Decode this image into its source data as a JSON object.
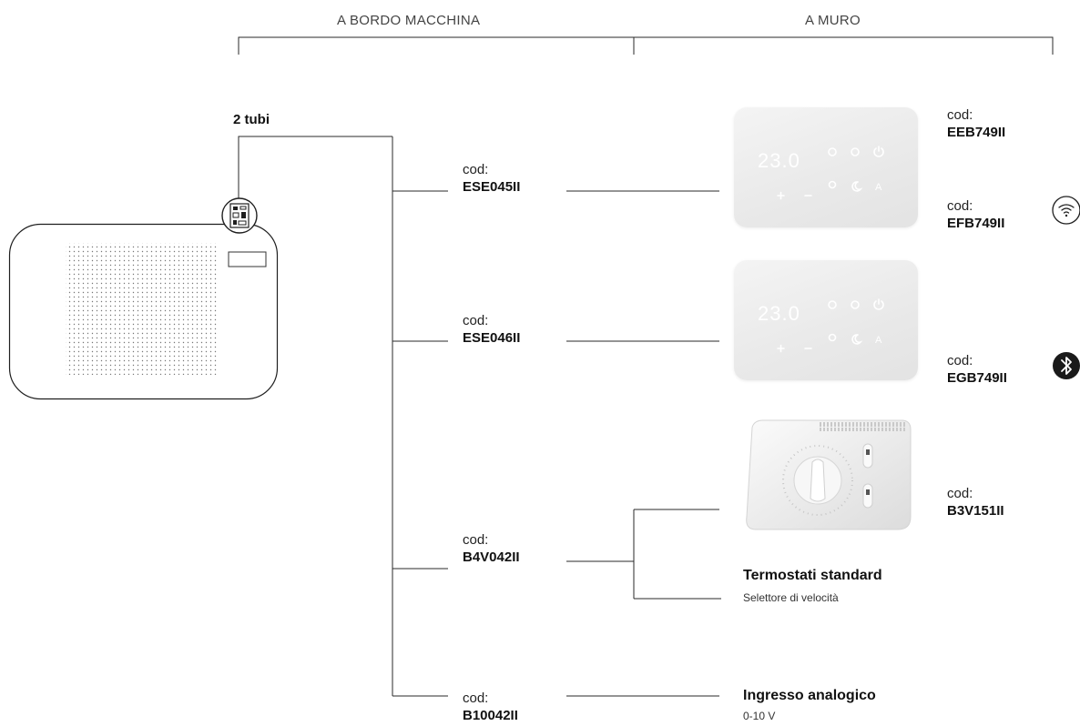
{
  "header": {
    "left": "A BORDO MACCHINA",
    "right": "A MURO"
  },
  "pipes_label": "2 tubi",
  "cod_prefix": "cod:",
  "machine_codes": [
    {
      "code": "ESE045II"
    },
    {
      "code": "ESE046II"
    },
    {
      "code": "B4V042II"
    },
    {
      "code": "B10042II"
    }
  ],
  "wall_codes": [
    {
      "code": "EEB749II"
    },
    {
      "code": "EFB749II",
      "icon": "wifi-icon"
    },
    {
      "code": "EGB749II",
      "icon": "bluetooth-icon"
    },
    {
      "code": "B3V151II"
    }
  ],
  "thermostat_display": {
    "temperature": "23.0",
    "symbols_top": [
      "snowflake-icon",
      "sun-icon",
      "power-icon"
    ],
    "symbols_bottom": [
      "plus-icon",
      "minus-icon",
      "fan-icon",
      "moon-icon"
    ],
    "auto_label": "A"
  },
  "standard": {
    "title": "Termostati standard",
    "subtitle": "Selettore di velocità"
  },
  "analog": {
    "title": "Ingresso analogico",
    "subtitle": "0-10 V"
  },
  "colors": {
    "line": "#2a2a2a",
    "thermo_panel": "#ececec",
    "thermo_symbol": "#ffffff"
  }
}
